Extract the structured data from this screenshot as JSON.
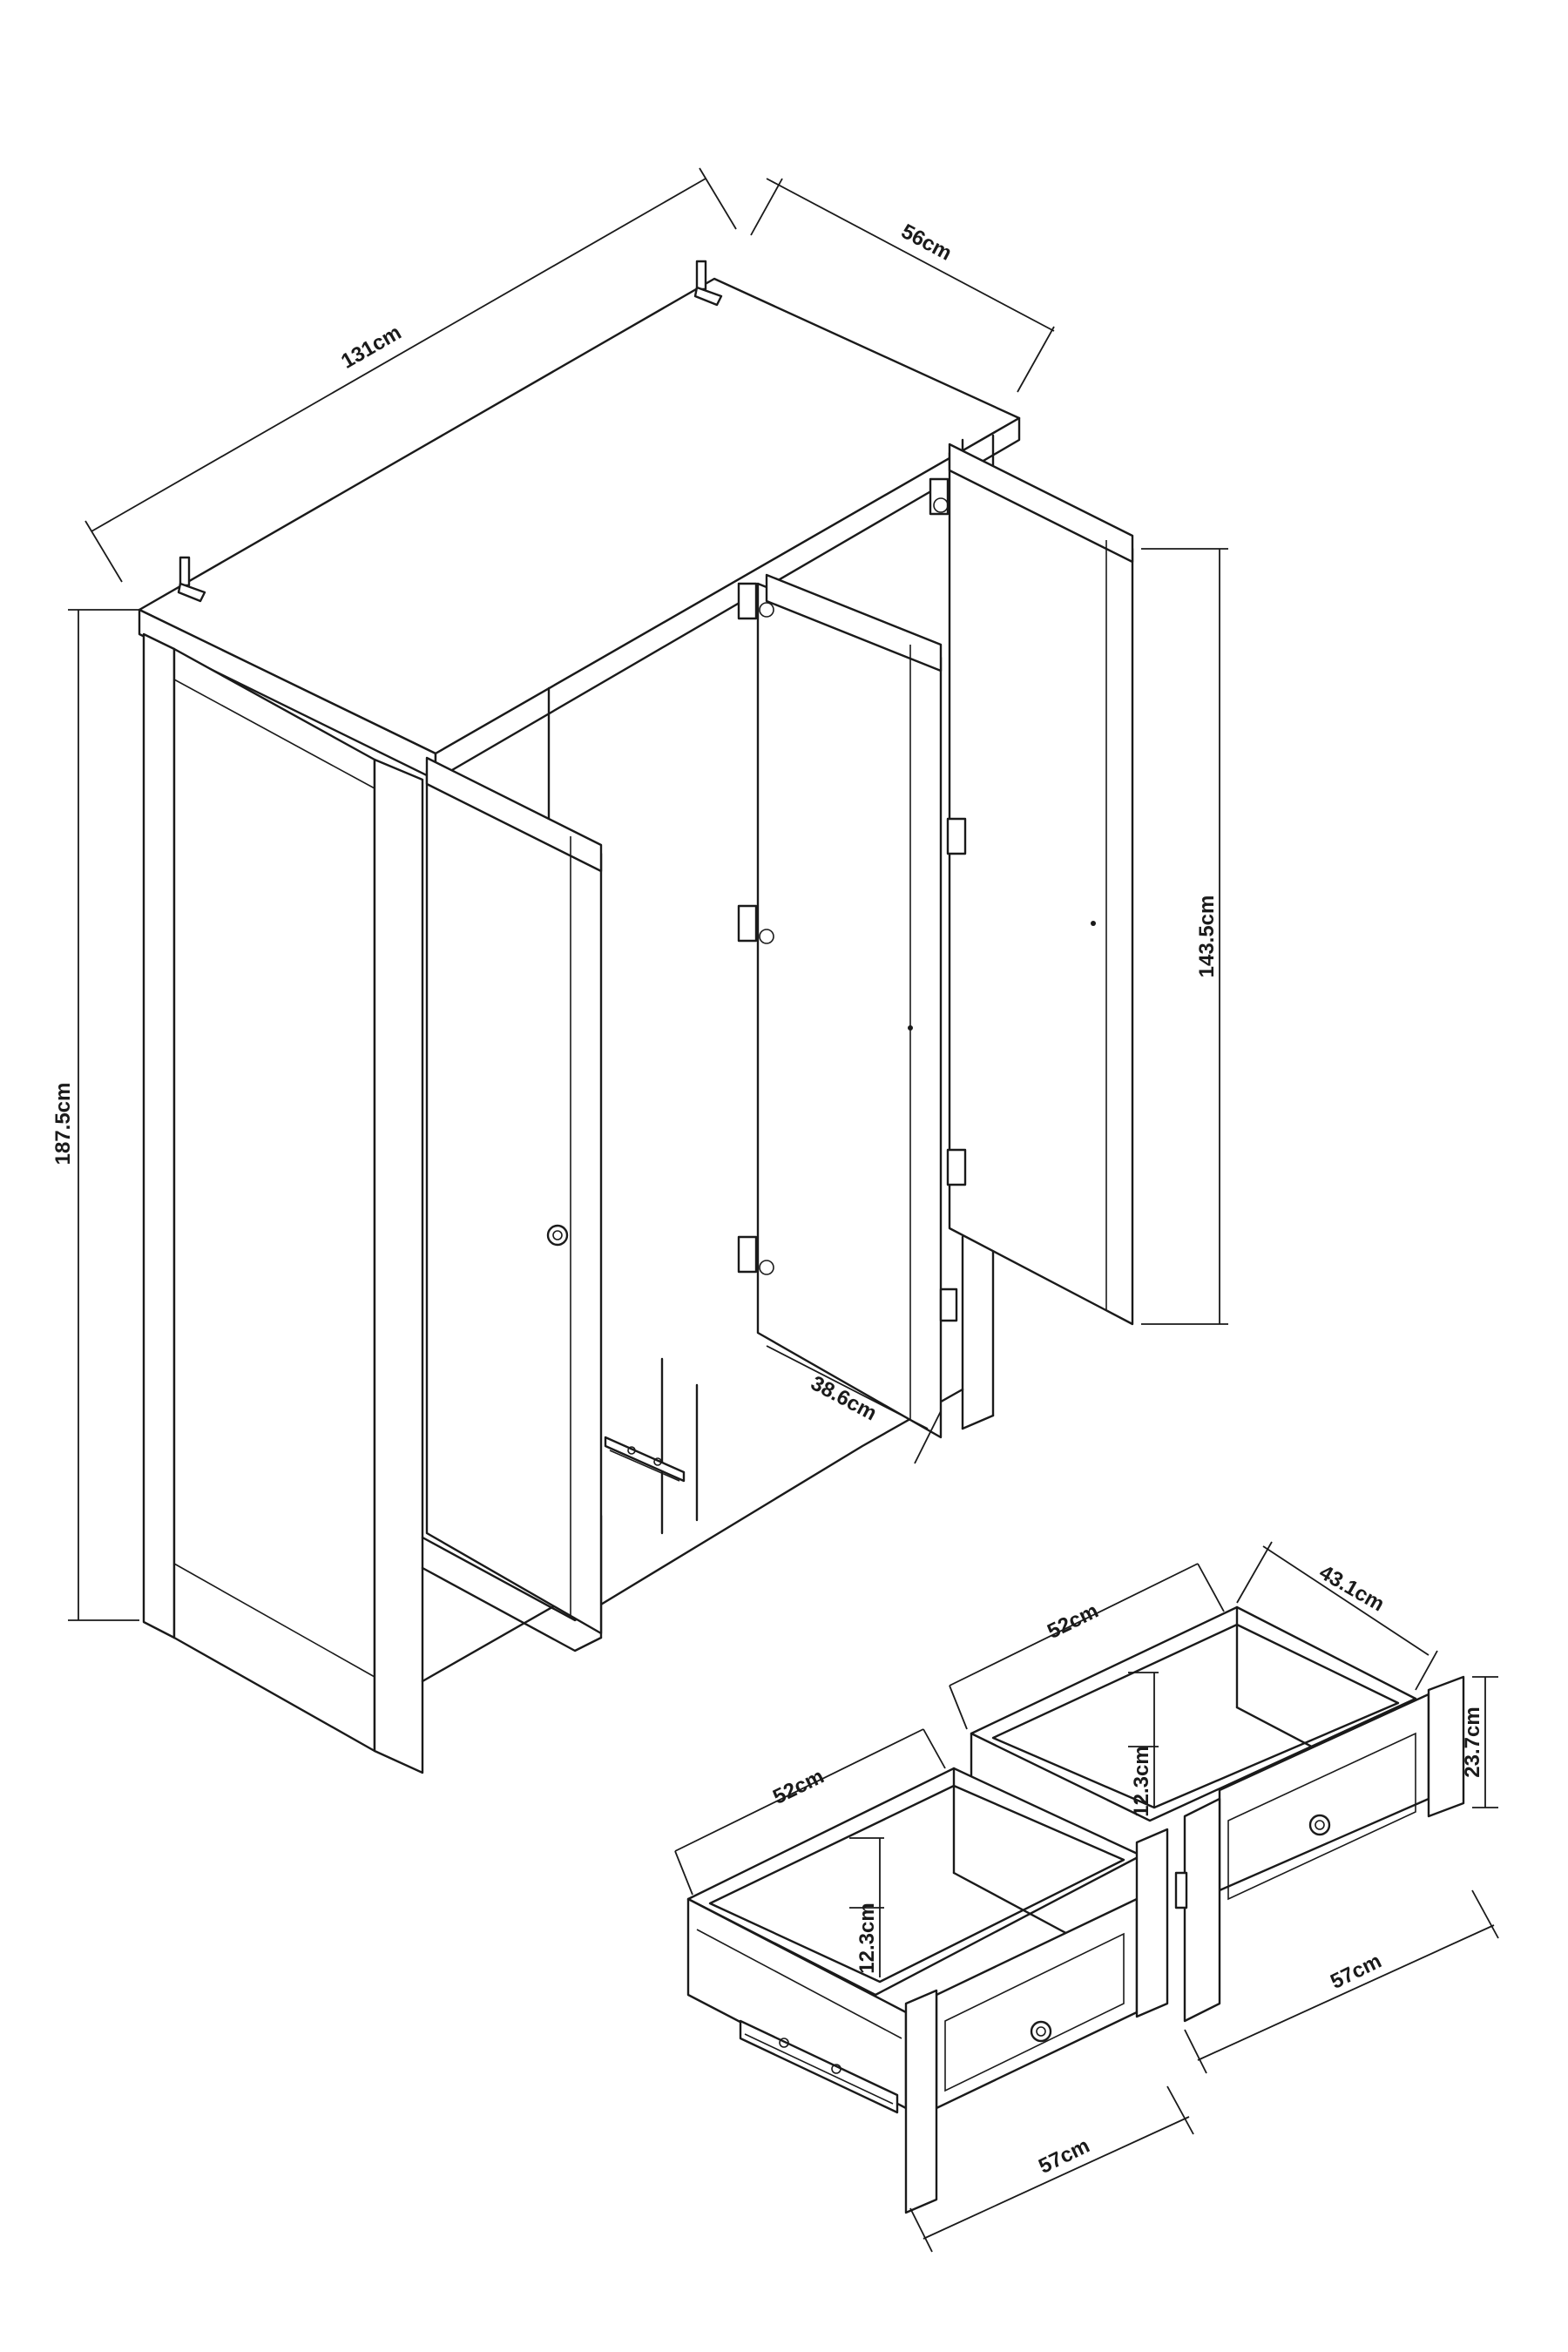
{
  "dimensions": {
    "wardrobe_width": "131cm",
    "wardrobe_depth": "56cm",
    "wardrobe_height": "187.5cm",
    "door_height": "143.5cm",
    "inner_depth": "38.6cm",
    "drawer_right_width": "52cm",
    "drawer_right_depth": "43.1cm",
    "drawer_right_height": "23.7cm",
    "drawer_right_inner": "12.3cm",
    "drawer_right_front": "57cm",
    "drawer_left_width": "52cm",
    "drawer_left_inner": "12.3cm",
    "drawer_left_front": "57cm"
  },
  "icons": {
    "bracket": "corner-bracket-icon",
    "hinge": "hinge-icon",
    "knob": "knob-icon",
    "runner": "drawer-runner-icon"
  }
}
